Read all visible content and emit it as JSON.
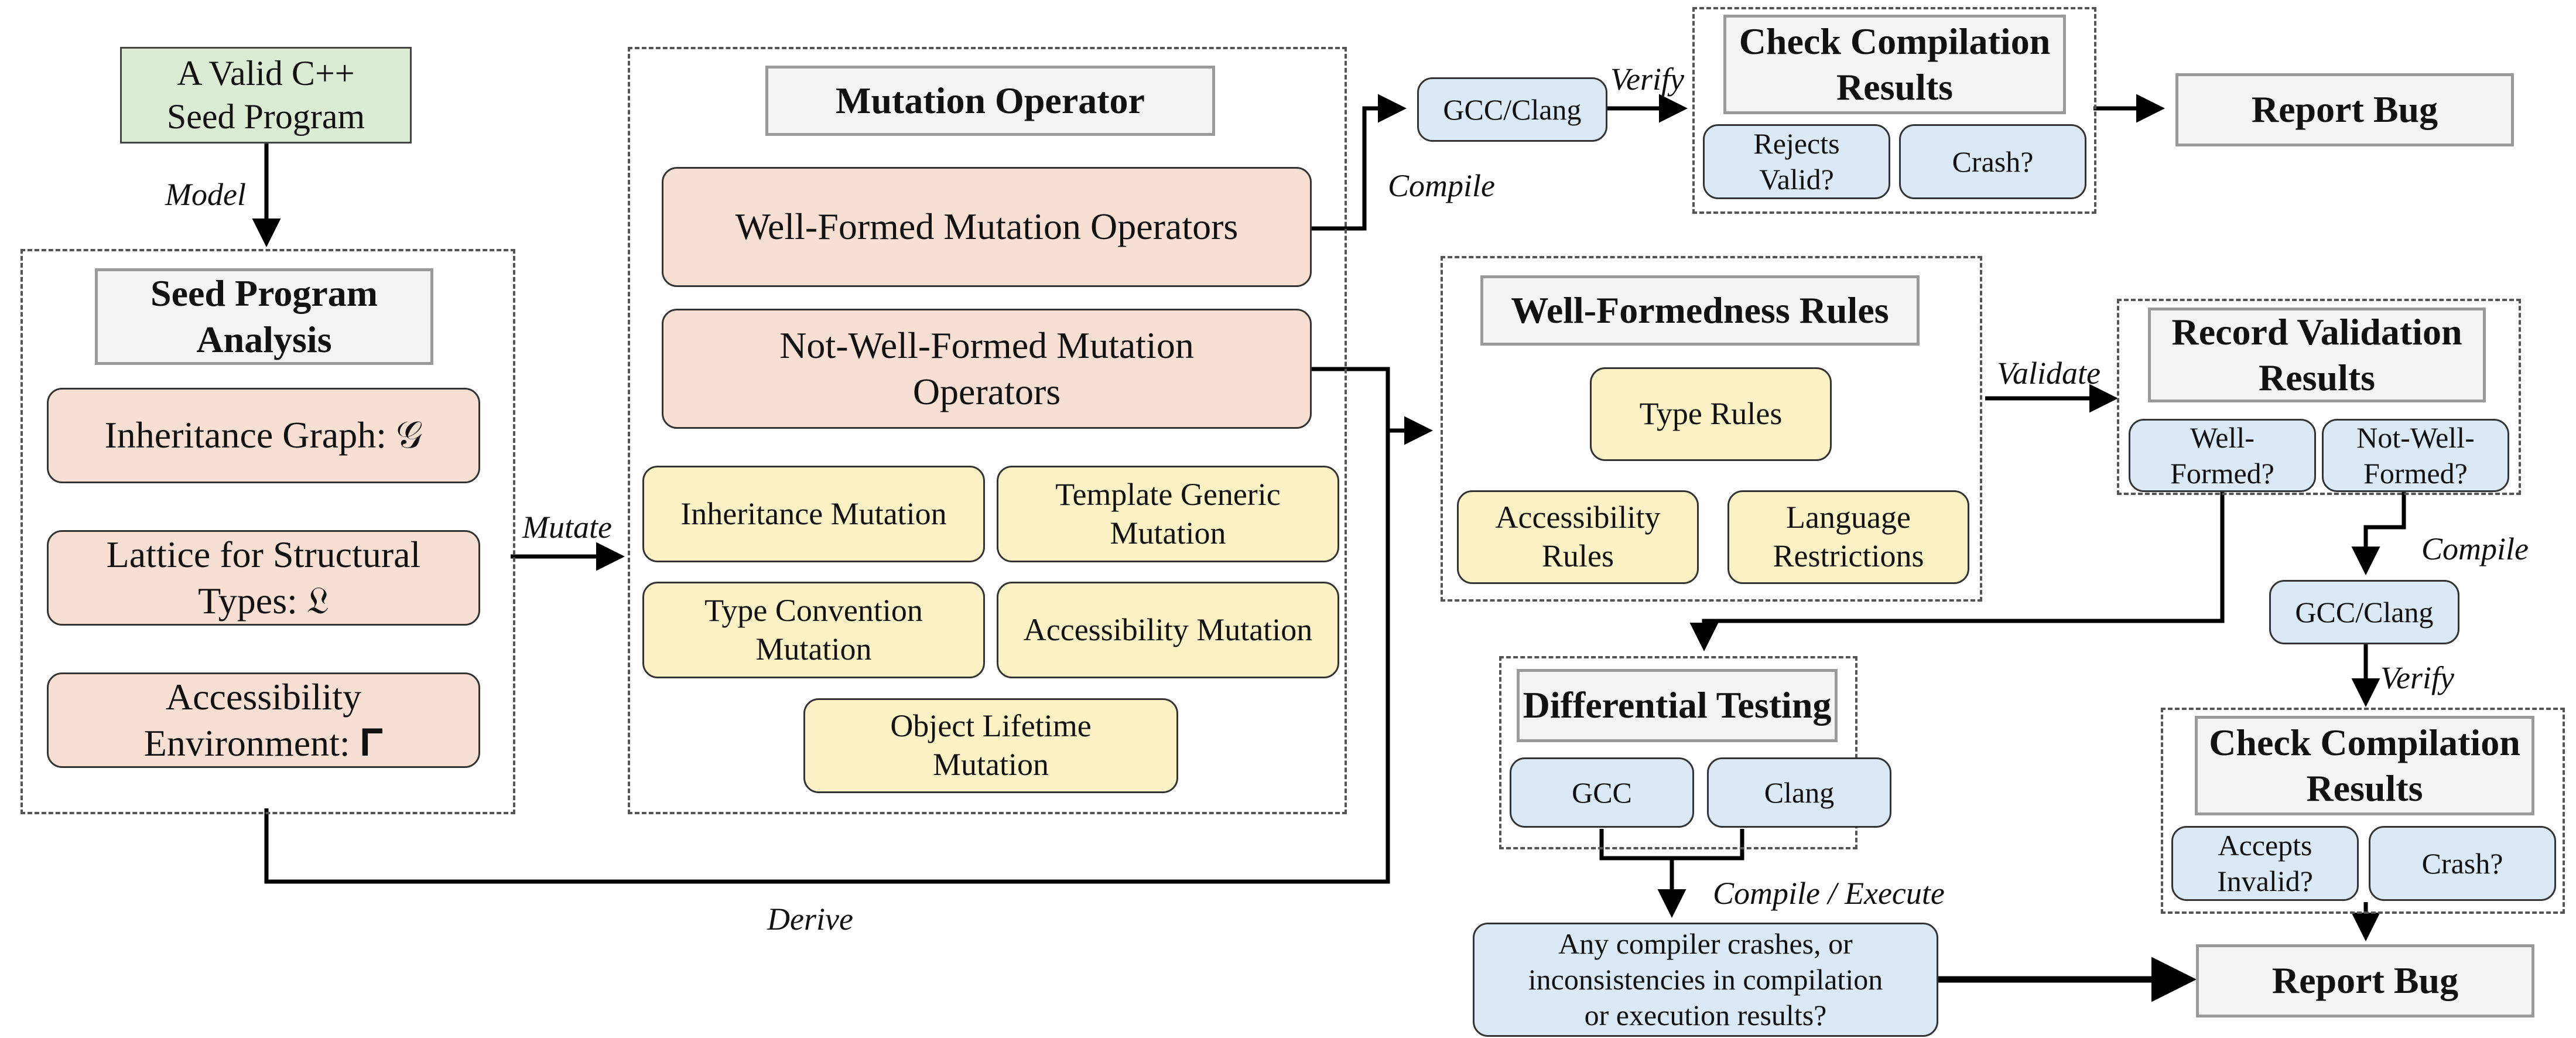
{
  "seed": {
    "text": "A Valid C++\nSeed Program"
  },
  "analysis": {
    "title": "Seed Program\nAnalysis",
    "items": [
      "Inheritance Graph: 𝒢",
      "Lattice for Structural\nTypes: 𝔏",
      "Accessibility\nEnvironment: 𝚪"
    ]
  },
  "mutation": {
    "title": "Mutation Operator",
    "well_formed": "Well-Formed Mutation Operators",
    "not_well_formed": "Not-Well-Formed Mutation\nOperators",
    "kinds": [
      "Inheritance Mutation",
      "Template Generic\nMutation",
      "Type Convention\nMutation",
      "Accessibility Mutation",
      "Object Lifetime\nMutation"
    ]
  },
  "compiler_top": "GCC/Clang",
  "check_top": {
    "title": "Check Compilation\nResults",
    "items": [
      "Rejects\nValid?",
      "Crash?"
    ]
  },
  "report_top": "Report Bug",
  "rules": {
    "title": "Well-Formedness Rules",
    "items": [
      "Type Rules",
      "Accessibility\nRules",
      "Language\nRestrictions"
    ]
  },
  "record": {
    "title": "Record Validation\nResults",
    "items": [
      "Well-\nFormed?",
      "Not-Well-\nFormed?"
    ]
  },
  "compiler_right": "GCC/Clang",
  "check_bottom": {
    "title": "Check Compilation\nResults",
    "items": [
      "Accepts\nInvalid?",
      "Crash?"
    ]
  },
  "report_bottom": "Report Bug",
  "diff": {
    "title": "Differential Testing",
    "items": [
      "GCC",
      "Clang"
    ]
  },
  "question": "Any compiler crashes, or\ninconsistencies in compilation\nor execution results?",
  "labels": {
    "model": "Model",
    "mutate": "Mutate",
    "derive": "Derive",
    "compile_top": "Compile",
    "verify_top": "Verify",
    "validate": "Validate",
    "compile_right": "Compile",
    "verify_right": "Verify",
    "compile_execute": "Compile / Execute"
  },
  "colors": {
    "seed": "#dcecd4",
    "analysis_items": "#f7dfd3",
    "operators": "#f7dfd3",
    "mutation_kinds": "#fdf1c6",
    "rules": "#fdf1c6",
    "checks": "#dbe8f6",
    "titles": "#f4f4f4"
  }
}
